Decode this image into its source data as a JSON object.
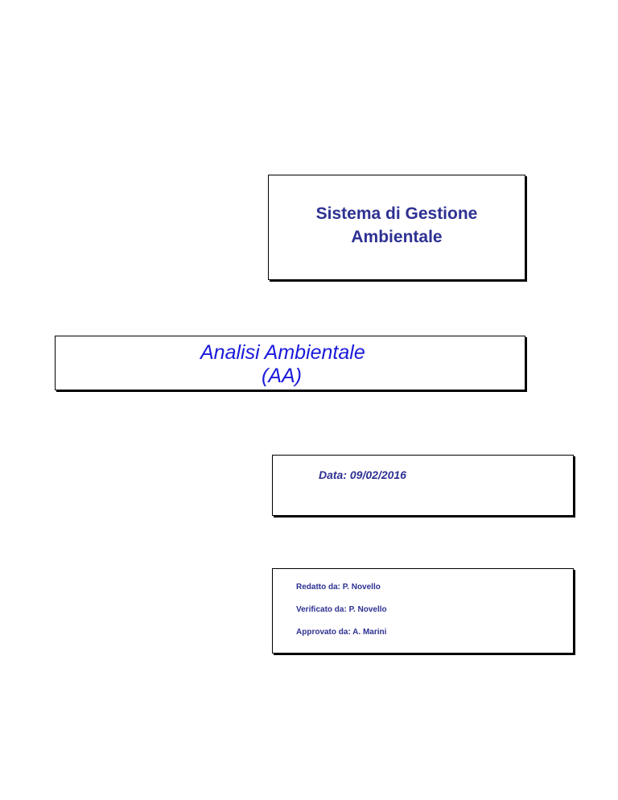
{
  "header_box": {
    "line1": "Sistema di Gestione",
    "line2": "Ambientale"
  },
  "document_box": {
    "line1": "Analisi Ambientale",
    "line2": "(AA)"
  },
  "date_box": {
    "date": "Data: 09/02/2016"
  },
  "signature_box": {
    "redatto": "Redatto da: P. Novello",
    "verificato": "Verificato da: P. Novello",
    "approvato": "Approvato da: A. Marini"
  },
  "colors": {
    "heading_text": "#2e3192",
    "document_title_text": "#1a1adb",
    "border": "#000000"
  }
}
